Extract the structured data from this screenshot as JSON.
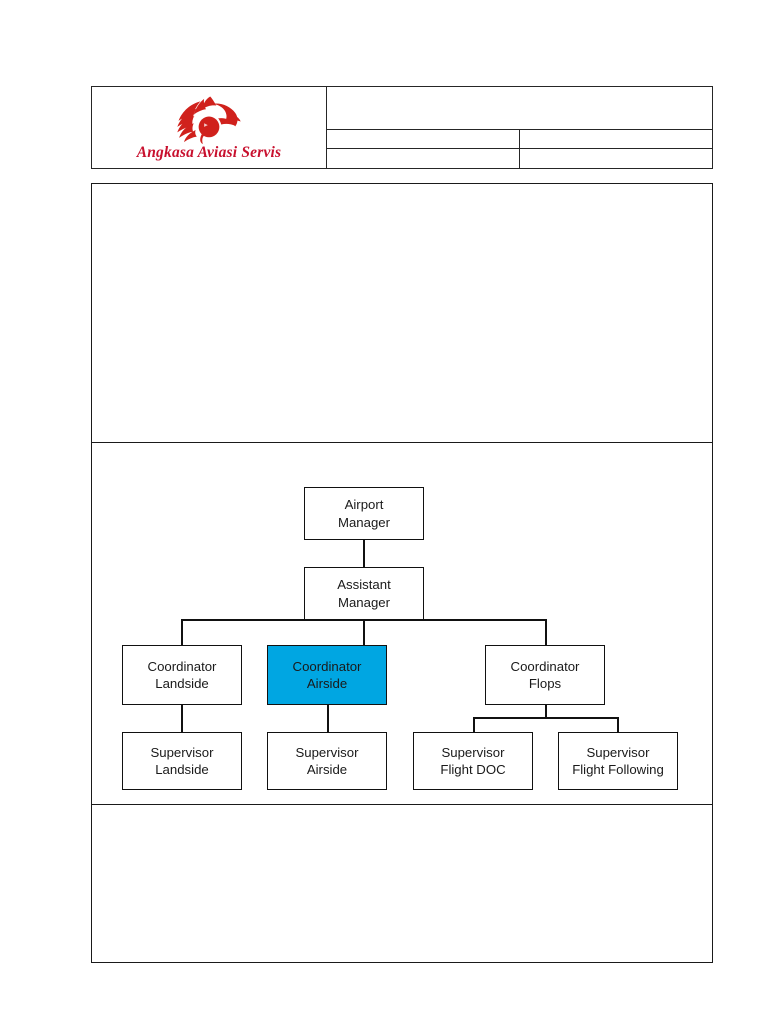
{
  "document": {
    "type": "organization-chart-form",
    "page_background": "#ffffff"
  },
  "header": {
    "logo": {
      "icon": "lion-head-logo-icon",
      "company_name": "Angkasa Aviasi Servis",
      "brand_color": "#c8102e"
    },
    "cells": {
      "title_cell": "",
      "row1_left": "",
      "row1_right": "",
      "row2_left": "",
      "row2_right": ""
    }
  },
  "sections": {
    "top_blank": "",
    "bottom_blank": ""
  },
  "chart_data": {
    "type": "diagram",
    "title": "",
    "highlight_color": "#00a6e2",
    "nodes": [
      {
        "id": "airport-manager",
        "label": "Airport\nManager",
        "level": 0,
        "highlighted": false
      },
      {
        "id": "assistant-manager",
        "label": "Assistant\nManager",
        "level": 1,
        "highlighted": false
      },
      {
        "id": "coordinator-landside",
        "label": "Coordinator\nLandside",
        "level": 2,
        "highlighted": false
      },
      {
        "id": "coordinator-airside",
        "label": "Coordinator\nAirside",
        "level": 2,
        "highlighted": true
      },
      {
        "id": "coordinator-flops",
        "label": "Coordinator\nFlops",
        "level": 2,
        "highlighted": false
      },
      {
        "id": "supervisor-landside",
        "label": "Supervisor\nLandside",
        "level": 3,
        "highlighted": false
      },
      {
        "id": "supervisor-airside",
        "label": "Supervisor\nAirside",
        "level": 3,
        "highlighted": false
      },
      {
        "id": "supervisor-flight-doc",
        "label": "Supervisor\nFlight DOC",
        "level": 3,
        "highlighted": false
      },
      {
        "id": "supervisor-flight-following",
        "label": "Supervisor\nFlight Following",
        "level": 3,
        "highlighted": false
      }
    ],
    "edges": [
      {
        "from": "airport-manager",
        "to": "assistant-manager"
      },
      {
        "from": "assistant-manager",
        "to": "coordinator-landside"
      },
      {
        "from": "assistant-manager",
        "to": "coordinator-airside"
      },
      {
        "from": "assistant-manager",
        "to": "coordinator-flops"
      },
      {
        "from": "coordinator-landside",
        "to": "supervisor-landside"
      },
      {
        "from": "coordinator-airside",
        "to": "supervisor-airside"
      },
      {
        "from": "coordinator-flops",
        "to": "supervisor-flight-doc"
      },
      {
        "from": "coordinator-flops",
        "to": "supervisor-flight-following"
      }
    ]
  }
}
